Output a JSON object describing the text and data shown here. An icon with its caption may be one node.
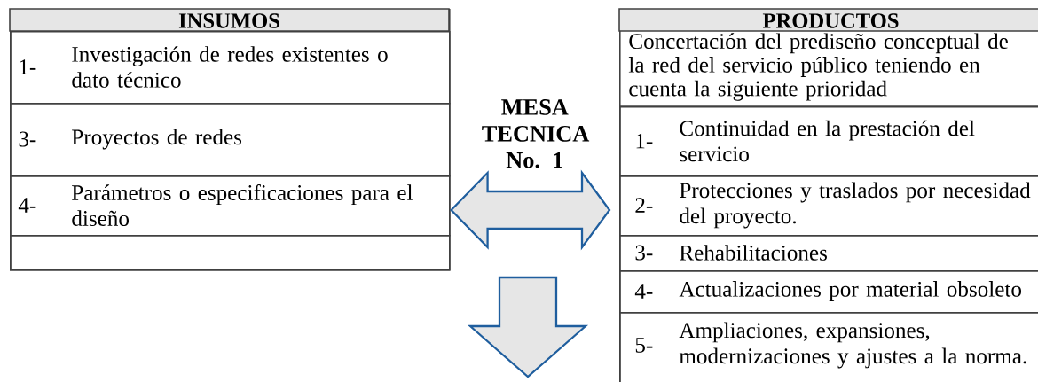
{
  "diagram": {
    "nodes": [
      {
        "text": [
          "INSUMOS"
        ]
      },
      {
        "text": [
          "1-",
          "Investigación de redes existentes o dato técnico"
        ],
        "in": 0
      },
      {
        "text": [
          "3-",
          "Proyectos de redes"
        ],
        "in": 0
      },
      {
        "text": [
          "4-",
          "Parámetros o especificaciones para el diseño"
        ],
        "in": 0
      },
      {
        "text": [],
        "shape": "box",
        "in": 0
      },
      {
        "text": [
          "PRODUCTOS",
          "Concertación del prediseño conceptual de la red del servicio público teniendo en cuenta la siguiente prioridad"
        ]
      },
      {
        "text": [
          "1-",
          "Continuidad en la prestación del servicio"
        ],
        "in": 5
      },
      {
        "text": [
          "2-",
          "Protecciones y traslados por necesidad del proyecto."
        ],
        "in": 5
      },
      {
        "text": [
          "3-",
          "Rehabilitaciones"
        ],
        "in": 5
      },
      {
        "text": [
          "4-",
          "Actualizaciones por material obsoleto"
        ],
        "in": 5
      },
      {
        "text": [
          "5-",
          "Ampliaciones, expansiones, modernizaciones y ajustes a la norma."
        ],
        "in": 5
      }
    ],
    "edges": [
      {
        "from": 0,
        "to": 5,
        "arrow": "both",
        "label": "MESA TECNICA No. 1"
      }
    ]
  }
}
